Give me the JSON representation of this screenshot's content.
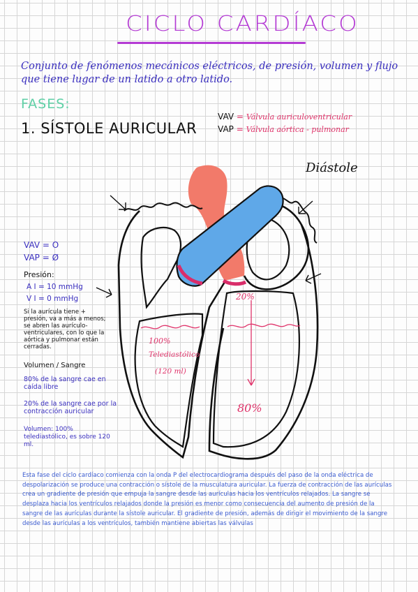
{
  "title": "CICLO CARDÍACO",
  "definition": "Conjunto de fenómenos mecánicos eléctricos, de presión, volumen y flujo que tiene lugar de un latido a otro latido.",
  "fases_label": "FASES:",
  "phase_title": "1. SÍSTOLE AURICULAR",
  "abbreviations": [
    {
      "key": "VAV",
      "value": "Válvula auriculoventricular"
    },
    {
      "key": "VAP",
      "value": "Válvula aórtica - pulmonar"
    }
  ],
  "diastole_label": "Diástole",
  "left_notes": {
    "vav_state": "VAV = O",
    "vap_state": "VAP = Ø",
    "presion_header": "Presión:",
    "ai": "A I = 10 mmHg",
    "vi": "V I = 0 mmHg",
    "explanation": "Si la aurícula tiene + presión, va a más a menos; se abren las aurículo-ventriculares, con lo que la aórtica y pulmonar están cerradas.",
    "volumen_header": "Volumen / Sangre",
    "note_80": "80% de la sangre cae en caída libre",
    "note_20": "20% de la sangre cae por la contracción auricular",
    "note_vol": "Volumen: 100% telediastólico, es sobre 120 ml."
  },
  "heart_labels": {
    "pct100": "100%",
    "telediastolico": "Telediastólico",
    "ml": "(120 ml)",
    "pct20": "20%",
    "pct80": "80%"
  },
  "paragraph": "Esta fase del ciclo cardíaco comienza con la onda P del electrocardiograma después del paso de la onda eléctrica de despolarización se produce una contracción o sístole de la musculatura auricular. La fuerza de contracción de las aurículas crea un gradiente de presión que empuja la sangre desde las aurículas hacia los ventrículos relajados. La sangre se desplaza hacia los ventrículos relajados donde la presión es menor como consecuencia del aumento de presión de la sangre de las aurículas durante la sístole auricular. El gradiente de presión, además de dirigir el movimiento de la sangre desde las aurículas a los ventrículos, también mantiene abiertas las válvulas",
  "colors": {
    "title": "#b43bd4",
    "ink_blue": "#3a2fbf",
    "fases": "#5fd0a6",
    "pink": "#e0336a",
    "vessel_blue": "#5fa8e8",
    "vessel_red": "#f27a6a"
  }
}
